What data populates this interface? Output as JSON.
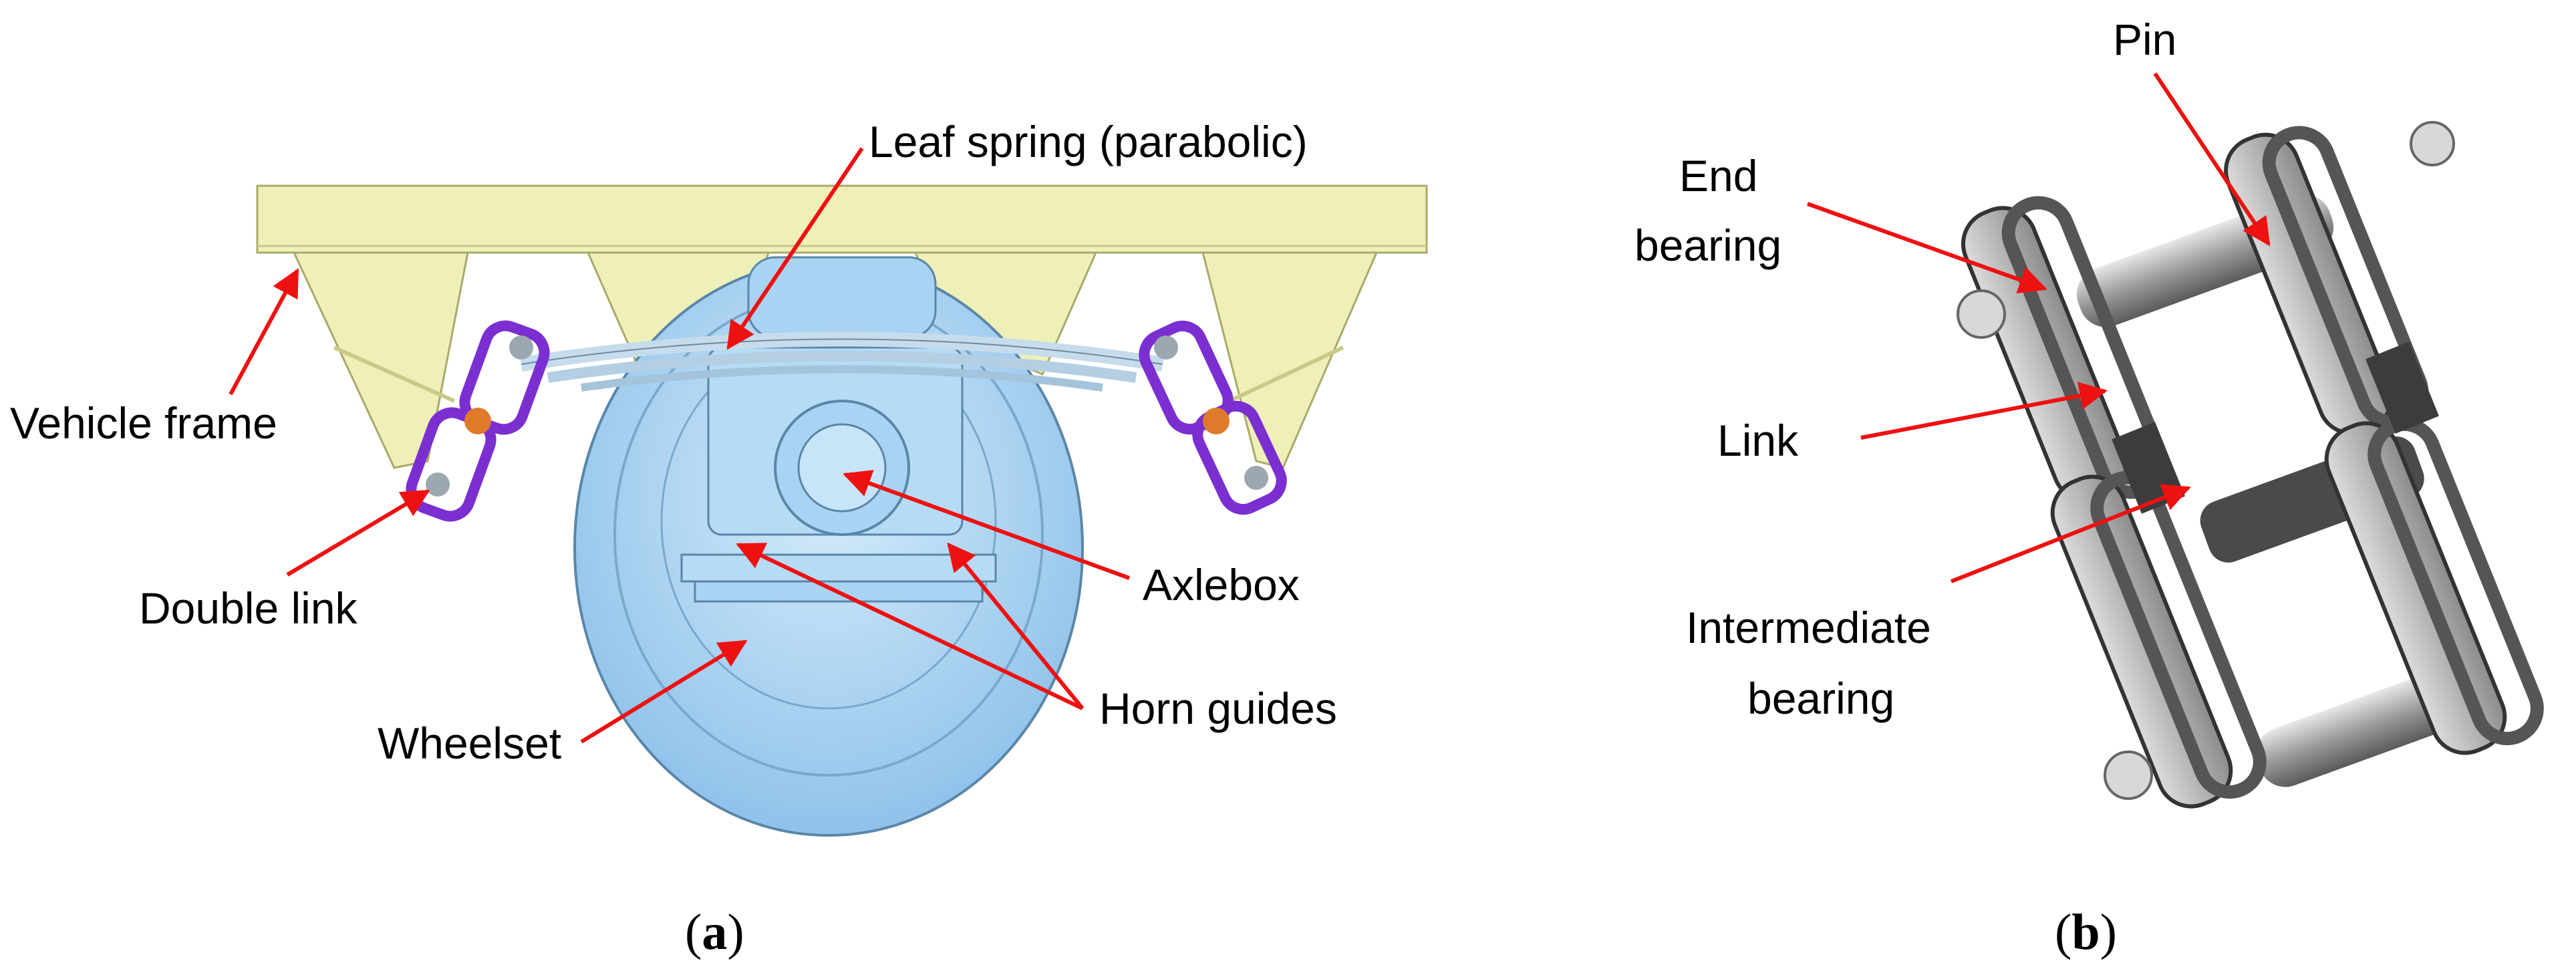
{
  "panel_a": {
    "labels": {
      "leaf_spring": "Leaf spring (parabolic)",
      "vehicle_frame": "Vehicle frame",
      "double_link": "Double link",
      "axlebox": "Axlebox",
      "wheelset": "Wheelset",
      "horn_guides": "Horn guides"
    },
    "caption": {
      "open": "(",
      "letter": "a",
      "close": ")"
    }
  },
  "panel_b": {
    "labels": {
      "pin": "Pin",
      "end_bearing_1": "End",
      "end_bearing_2": "bearing",
      "link": "Link",
      "intermediate_bearing_1": "Intermediate",
      "intermediate_bearing_2": "bearing"
    },
    "caption": {
      "open": "(",
      "letter": "b",
      "close": ")"
    }
  },
  "colors": {
    "frame_fill": "#eef0b8",
    "frame_edge": "#a8aa6a",
    "wheel_fill": "#a9d3f2",
    "wheel_edge": "#5a86a8",
    "link_purple": "#7b2fd0",
    "arrow_red": "#ee1111",
    "chain_dark": "#3c3c3c",
    "chain_light": "#b8b8b8"
  }
}
